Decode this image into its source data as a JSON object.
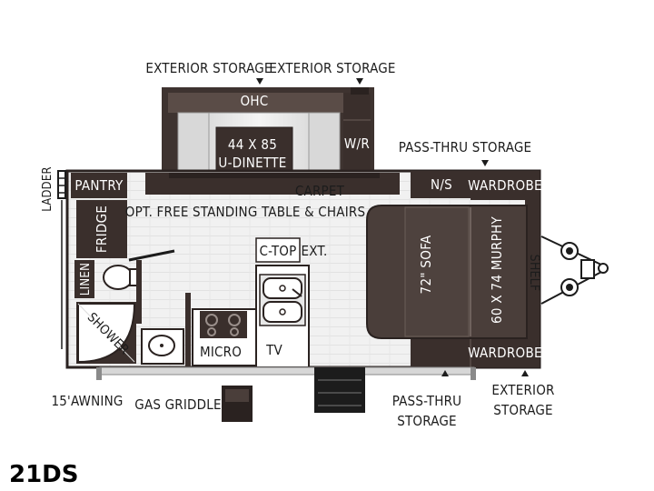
{
  "model": "21DS",
  "labels": {
    "exterior_storage_left": "EXTERIOR STORAGE",
    "exterior_storage_right": "EXTERIOR STORAGE",
    "ohc": "OHC",
    "dinette_line1": "44 X 85",
    "dinette_line2": "U-DINETTE",
    "wr": "W/R",
    "pass_thru_storage_top": "PASS-THRU STORAGE",
    "ladder": "LADDER",
    "pantry": "PANTRY",
    "carpet": "CARPET",
    "ns": "N/S",
    "wardrobe_top": "WARDROBE",
    "fridge": "FRIDGE",
    "free_standing": "OPT. FREE STANDING TABLE & CHAIRS",
    "ctop": "C-TOP",
    "ext": "EXT.",
    "sofa": "72\" SOFA",
    "murphy": "60 X 74 MURPHY",
    "shelf": "SHELF",
    "linen": "LINEN",
    "shower": "SHOWER",
    "micro": "MICRO",
    "tv": "TV",
    "wardrobe_bottom": "WARDROBE",
    "awning": "15'AWNING",
    "gas_griddle": "GAS GRIDDLE",
    "pass_thru_storage_bottom_line1": "PASS-THRU",
    "pass_thru_storage_bottom_line2": "STORAGE",
    "exterior_storage_bottom_line1": "EXTERIOR",
    "exterior_storage_bottom_line2": "STORAGE"
  }
}
